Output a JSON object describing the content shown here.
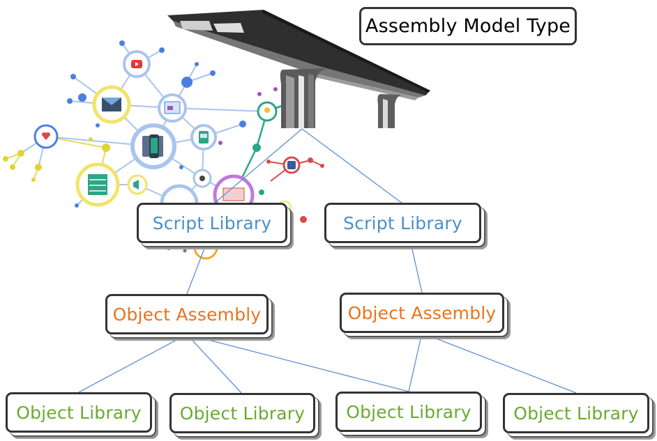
{
  "diagram": {
    "title": "Assembly Model Type",
    "script_libraries": [
      "Script Library",
      "Script Library"
    ],
    "object_assemblies": [
      "Object Assembly",
      "Object Assembly"
    ],
    "object_libraries": [
      "Object Library",
      "Object Library",
      "Object Library",
      "Object Library"
    ]
  },
  "colors": {
    "title_text": "#333333",
    "script_text": "#4a90c8",
    "assembly_text": "#e8731f",
    "library_text": "#6aaa30",
    "connector": "#5b8ed6",
    "box_border": "#333333"
  },
  "icons": [
    "social-network-graphic",
    "canopy-structure-render"
  ]
}
